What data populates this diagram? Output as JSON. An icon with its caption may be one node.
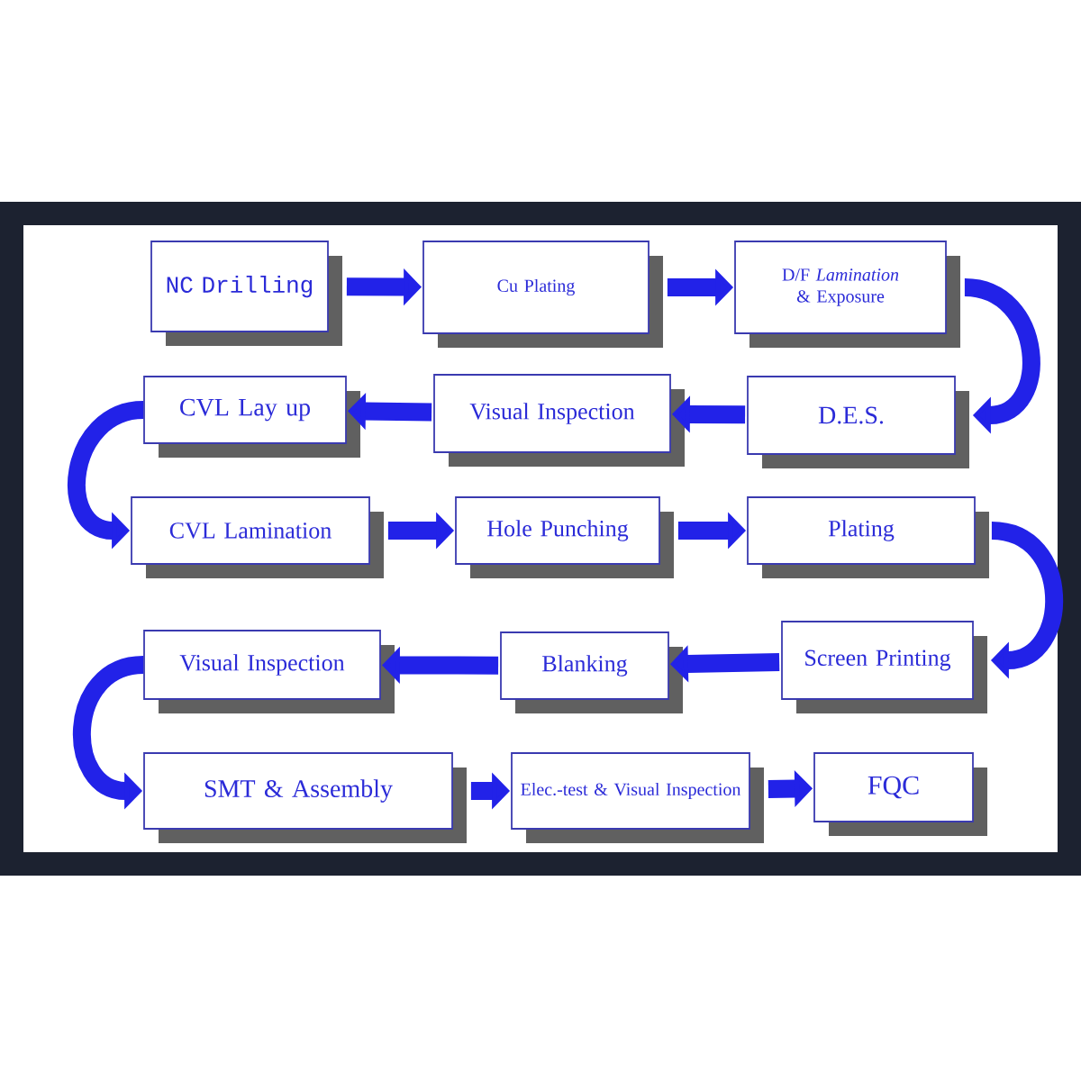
{
  "diagram": {
    "nodes": [
      {
        "text": [
          "NC Drilling"
        ]
      },
      {
        "text": [
          "Cu Plating"
        ]
      },
      {
        "text": [
          "D/F *Lamination* & Exposure"
        ]
      },
      {
        "text": [
          "D.E.S."
        ]
      },
      {
        "text": [
          "Visual Inspection"
        ]
      },
      {
        "text": [
          "CVL Lay up"
        ]
      },
      {
        "text": [
          "CVL Lamination"
        ]
      },
      {
        "text": [
          "Hole Punching"
        ]
      },
      {
        "text": [
          "Plating"
        ]
      },
      {
        "text": [
          "Screen Printing"
        ]
      },
      {
        "text": [
          "Blanking"
        ]
      },
      {
        "text": [
          "Visual Inspection"
        ]
      },
      {
        "text": [
          "SMT & Assembly"
        ]
      },
      {
        "text": [
          "Elec.-test & Visual Inspection"
        ]
      },
      {
        "text": [
          "FQC"
        ]
      }
    ],
    "edges": [
      {
        "from": 0,
        "to": 1,
        "arrow": "to"
      },
      {
        "from": 1,
        "to": 2,
        "arrow": "to"
      },
      {
        "from": 2,
        "to": 3,
        "arrow": "to"
      },
      {
        "from": 3,
        "to": 4,
        "arrow": "to"
      },
      {
        "from": 4,
        "to": 5,
        "arrow": "to"
      },
      {
        "from": 5,
        "to": 6,
        "arrow": "to"
      },
      {
        "from": 6,
        "to": 7,
        "arrow": "to"
      },
      {
        "from": 7,
        "to": 8,
        "arrow": "to"
      },
      {
        "from": 8,
        "to": 9,
        "arrow": "to"
      },
      {
        "from": 9,
        "to": 10,
        "arrow": "to"
      },
      {
        "from": 10,
        "to": 11,
        "arrow": "to"
      },
      {
        "from": 11,
        "to": 12,
        "arrow": "to"
      },
      {
        "from": 12,
        "to": 13,
        "arrow": "to"
      },
      {
        "from": 13,
        "to": 14,
        "arrow": "to"
      }
    ]
  }
}
